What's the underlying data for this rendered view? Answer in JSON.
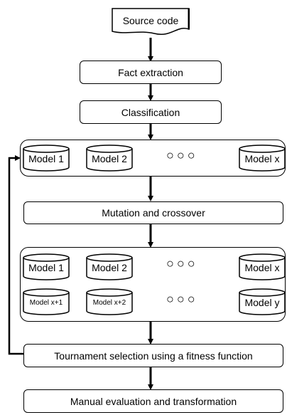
{
  "source": {
    "label": "Source code"
  },
  "steps": {
    "fact_extraction": "Fact extraction",
    "classification": "Classification",
    "mutation": "Mutation and crossover",
    "tournament": "Tournament selection using a fitness function",
    "manual": "Manual evaluation and transformation"
  },
  "population_1": {
    "models": [
      "Model 1",
      "Model 2",
      "Model x"
    ],
    "ellipsis": "○○○"
  },
  "population_2": {
    "row1": [
      "Model 1",
      "Model 2",
      "Model x"
    ],
    "row2": [
      "Model x+1",
      "Model x+2",
      "Model y"
    ],
    "ellipsis": "○○○"
  }
}
